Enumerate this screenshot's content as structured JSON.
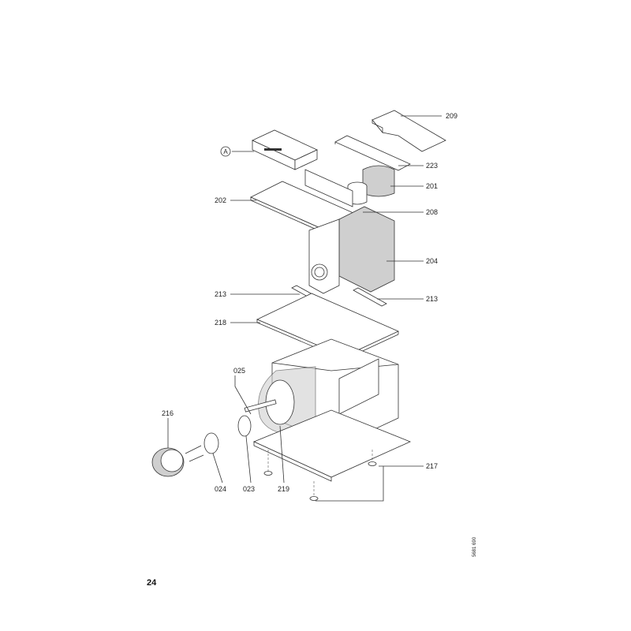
{
  "page_number": "24",
  "drawing_id": "5681 690",
  "callouts": {
    "a": "A",
    "p209": "209",
    "p223": "223",
    "p201": "201",
    "p202": "202",
    "p208": "208",
    "p204": "204",
    "p213_left": "213",
    "p213_right": "213",
    "p218": "218",
    "p025": "025",
    "p216": "216",
    "p217": "217",
    "p024": "024",
    "p023": "023",
    "p219": "219"
  }
}
